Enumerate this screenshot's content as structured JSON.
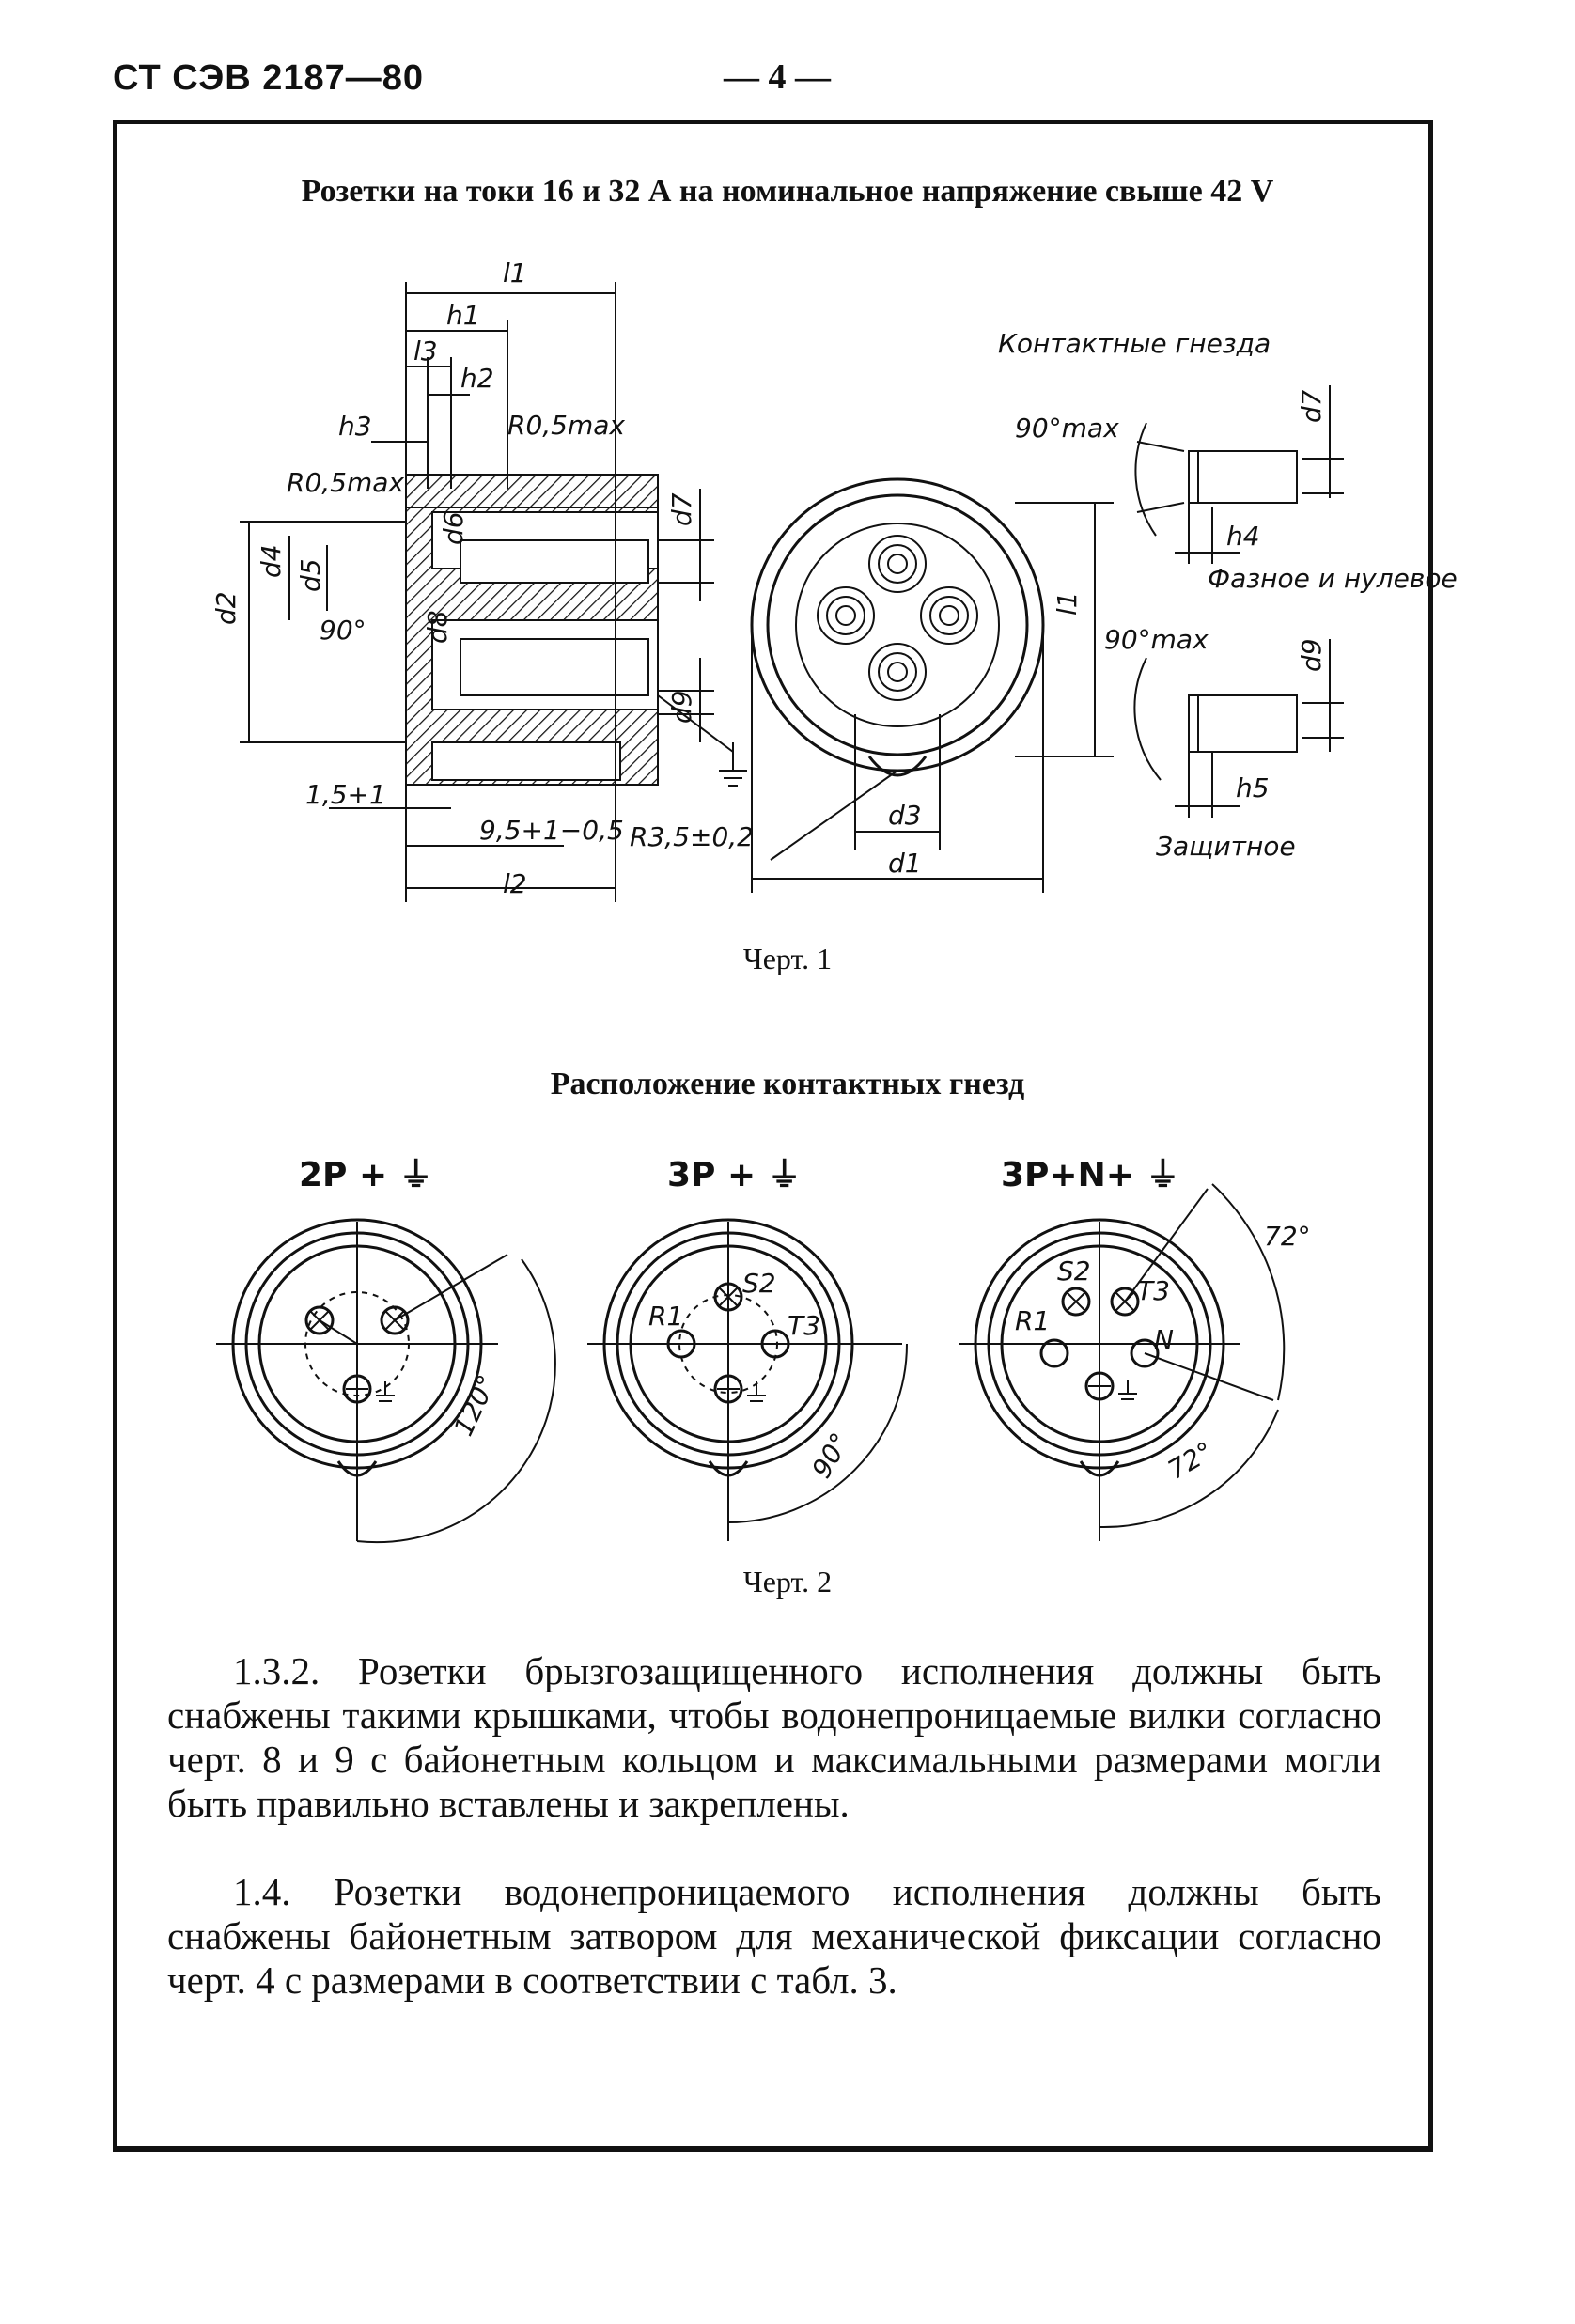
{
  "header": {
    "code": "СТ СЭВ 2187—80",
    "page": "— 4 —"
  },
  "section1": {
    "title": "Розетки на токи 16 и 32 А на номинальное напряжение свыше 42 V"
  },
  "figure1": {
    "caption": "Черт. 1",
    "labels": {
      "l1": "l1",
      "h1": "h1",
      "l3": "l3",
      "h2": "h2",
      "h3": "h3",
      "r05a": "R0,5max",
      "r05b": "R0,5max",
      "d2": "d2",
      "d4": "d4",
      "d5": "d5",
      "d6": "d6",
      "d7": "d7",
      "d8": "d8",
      "d9": "d9",
      "angle90": "90°",
      "dim15": "1,5+1",
      "dim95": "9,5+1−0,5",
      "l2": "l2",
      "r35": "R3,5±0,2",
      "d3": "d3",
      "d1": "d1",
      "contacts_title": "Контактные гнезда",
      "ang90max1": "90°max",
      "h4": "h4",
      "d7b": "d7",
      "phase_neutral": "Фазное и нулевое",
      "ang90max2": "90°max",
      "d9b": "d9",
      "h5": "h5",
      "protective": "Защитное"
    }
  },
  "section2": {
    "title": "Расположение контактных гнезд"
  },
  "figure2": {
    "caption": "Черт. 2",
    "layouts": [
      {
        "label": "2P + ⏚",
        "angle": "120°"
      },
      {
        "label": "3P + ⏚",
        "angle": "90°",
        "poles": [
          "R1",
          "S2",
          "T3"
        ]
      },
      {
        "label": "3P+N+ ⏚",
        "angle_top": "72°",
        "angle_bottom": "72°",
        "poles": [
          "R1",
          "S2",
          "T3",
          "N"
        ]
      }
    ]
  },
  "paragraphs": [
    "1.3.2. Розетки брызгозащищенного исполнения должны быть снабжены такими крышками, чтобы водонепроницаемые вилки согласно черт. 8 и 9 с байонетным кольцом и максимальными размерами могли быть правильно вставлены и закреплены.",
    "1.4. Розетки водонепроницаемого исполнения должны быть снабжены байонетным затвором для механической фиксации согласно черт. 4 с размерами в соответствии с табл. 3."
  ]
}
